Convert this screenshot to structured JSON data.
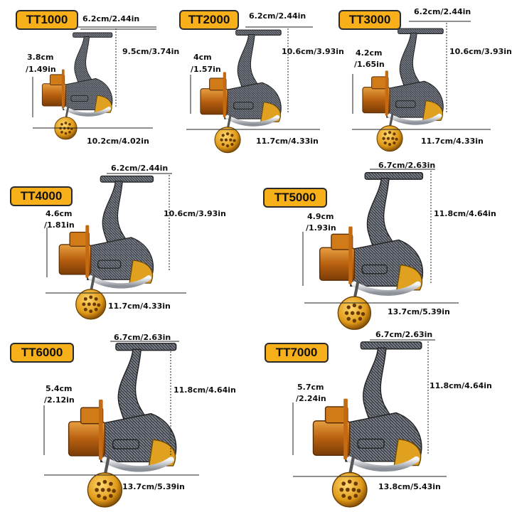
{
  "colors": {
    "badge": "#f7b01a",
    "spool": "#c8741a",
    "gold": "#e0a020",
    "body": "#3a3d44",
    "chrome": "#c9ccd2"
  },
  "models": [
    {
      "name": "TT1000",
      "top": "6.2cm/2.44in",
      "height": "9.5cm/3.74in",
      "spool_a": "3.8cm",
      "spool_b": "/1.49in",
      "length": "10.2cm/4.02in"
    },
    {
      "name": "TT2000",
      "top": "6.2cm/2.44in",
      "height": "10.6cm/3.93in",
      "spool_a": "4cm",
      "spool_b": "/1.57in",
      "length": "11.7cm/4.33in"
    },
    {
      "name": "TT3000",
      "top": "6.2cm/2.44in",
      "height": "10.6cm/3.93in",
      "spool_a": "4.2cm",
      "spool_b": "/1.65in",
      "length": "11.7cm/4.33in"
    },
    {
      "name": "TT4000",
      "top": "6.2cm/2.44in",
      "height": "10.6cm/3.93in",
      "spool_a": "4.6cm",
      "spool_b": "/1.81in",
      "length": "11.7cm/4.33in"
    },
    {
      "name": "TT5000",
      "top": "6.7cm/2.63in",
      "height": "11.8cm/4.64in",
      "spool_a": "4.9cm",
      "spool_b": "/1.93in",
      "length": "13.7cm/5.39in"
    },
    {
      "name": "TT6000",
      "top": "6.7cm/2.63in",
      "height": "11.8cm/4.64in",
      "spool_a": "5.4cm",
      "spool_b": "/2.12in",
      "length": "13.7cm/5.39in"
    },
    {
      "name": "TT7000",
      "top": "6.7cm/2.63in",
      "height": "11.8cm/4.64in",
      "spool_a": "5.7cm",
      "spool_b": "/2.24in",
      "length": "13.8cm/5.43in"
    }
  ]
}
